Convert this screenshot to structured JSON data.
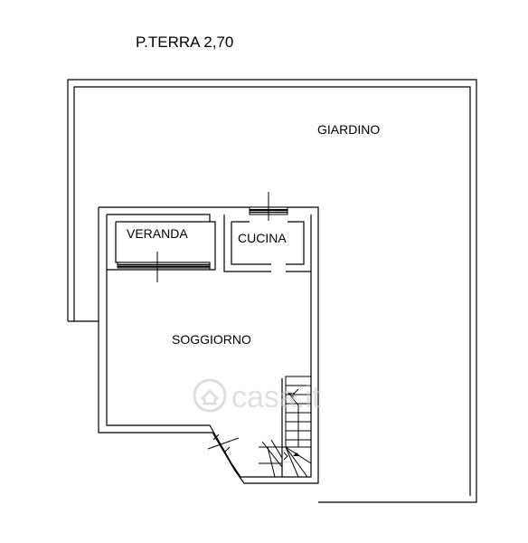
{
  "plan": {
    "title": "P.TERRA 2,70",
    "rooms": {
      "garden": "GIARDINO",
      "veranda": "VERANDA",
      "kitchen": "CUCINA",
      "living": "SOGGIORNO"
    }
  },
  "watermark": {
    "brand": "casa.it"
  },
  "colors": {
    "line": "#000000",
    "background": "#ffffff",
    "watermark": "#c9c9c9"
  }
}
